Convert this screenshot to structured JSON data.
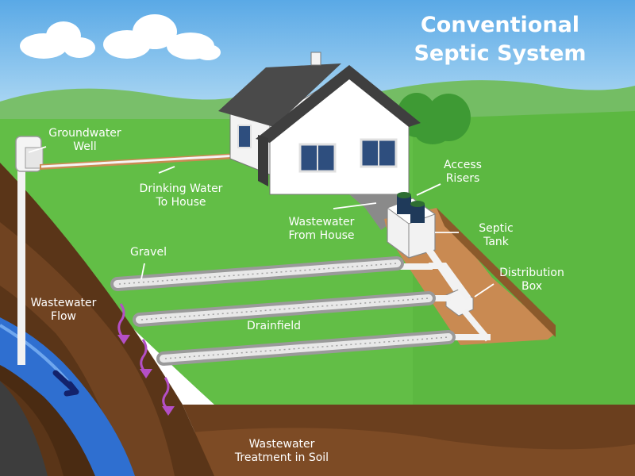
{
  "title": {
    "line1": "Conventional",
    "line2": "Septic System"
  },
  "labels": {
    "groundwater_well": [
      "Groundwater",
      "Well"
    ],
    "drinking_water": [
      "Drinking Water",
      "To House"
    ],
    "access_risers": [
      "Access",
      "Risers"
    ],
    "wastewater_from_house": [
      "Wastewater",
      "From House"
    ],
    "septic_tank": [
      "Septic",
      "Tank"
    ],
    "gravel": "Gravel",
    "distribution_box": [
      "Distribution",
      "Box"
    ],
    "wastewater_flow": [
      "Wastewater",
      "Flow"
    ],
    "drainfield": "Drainfield",
    "treatment": [
      "Wastewater",
      "Treatment in Soil"
    ]
  },
  "colors": {
    "sky": "#8fc6ea",
    "grass": "#5cb841",
    "soil_dark": "#5a3518",
    "soil_mid": "#7a4a26",
    "water": "#2f6fd0",
    "arrow": "#b44fc6",
    "pipe": "#f2f2f2"
  }
}
